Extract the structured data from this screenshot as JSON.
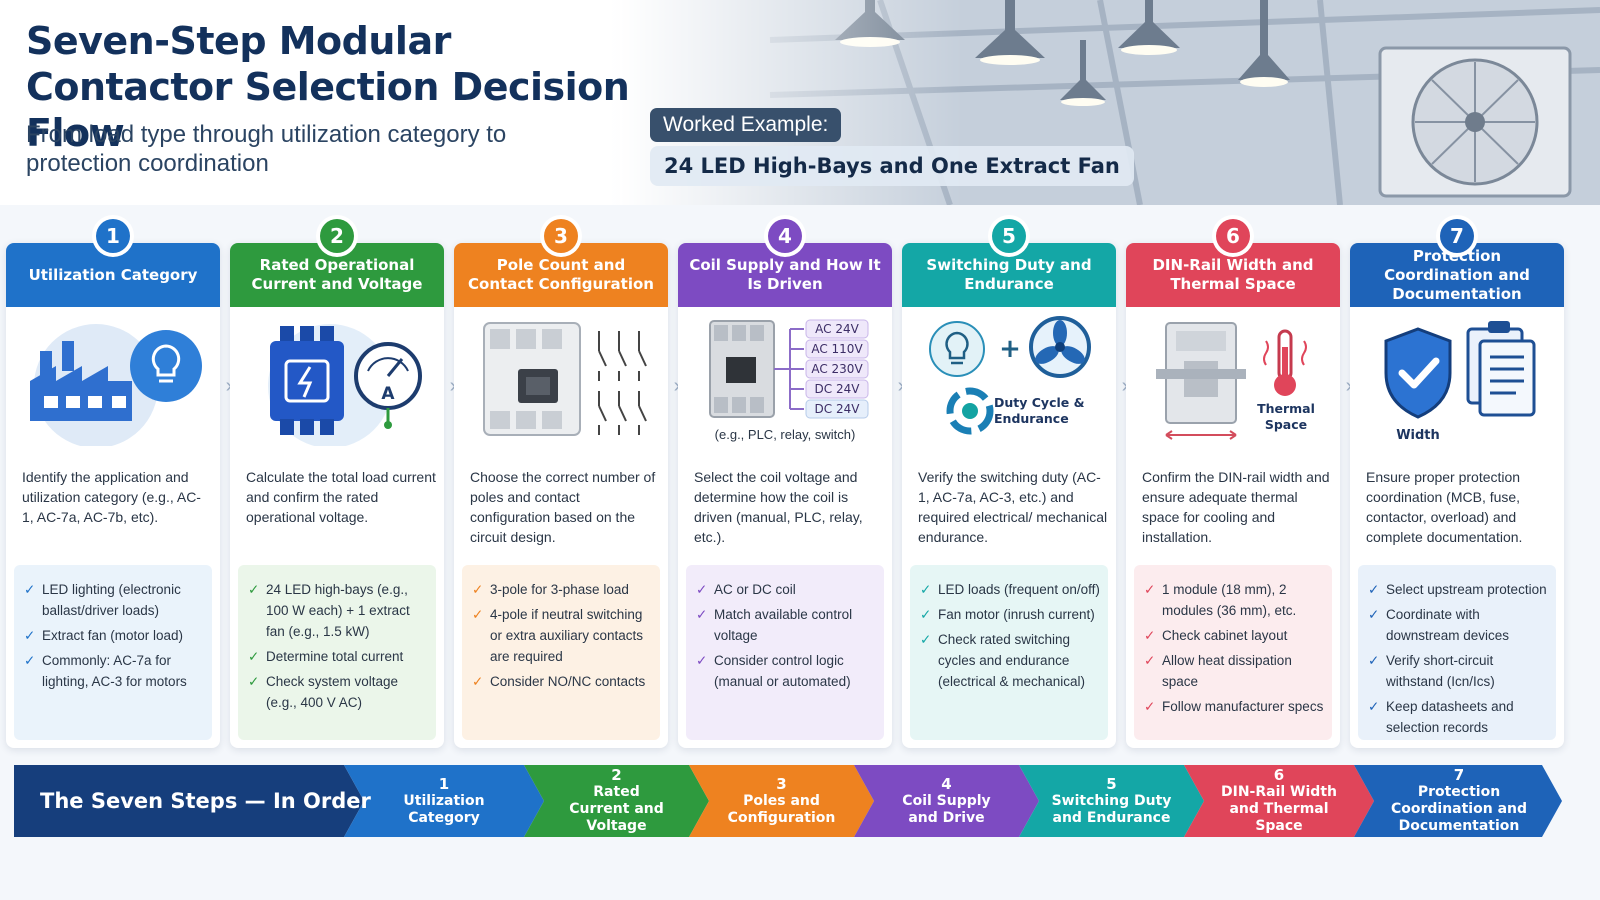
{
  "header": {
    "title": "Seven-Step Modular Contactor Selection Decision Flow",
    "subtitle": "From load type through utilization category to protection coordination",
    "example_tag": "Worked Example:",
    "example_text": "24 LED High-Bays and One Extract Fan"
  },
  "steps": [
    {
      "num": "1",
      "color": "#1f72c9",
      "tint": "#eaf3fb",
      "title": "Utilization Category",
      "desc": "Identify the application and utilization category (e.g., AC-1, AC-7a, AC-7b, etc).",
      "checks": [
        "LED lighting (electronic ballast/driver loads)",
        "Extract fan (motor load)",
        "Commonly: AC-7a for lighting, AC-3 for motors"
      ]
    },
    {
      "num": "2",
      "color": "#2e9a3e",
      "tint": "#ebf6ea",
      "title": "Rated Operational Current and Voltage",
      "desc": "Calculate the total load current and confirm the rated operational voltage.",
      "icon_label": "A",
      "checks": [
        "24 LED high-bays (e.g., 100 W each) + 1 extract fan (e.g., 1.5 kW)",
        "Determine total current",
        "Check system voltage (e.g., 400 V AC)"
      ]
    },
    {
      "num": "3",
      "color": "#ee8220",
      "tint": "#fdf1e4",
      "title": "Pole Count and Contact Configuration",
      "desc": "Choose the correct number of poles and contact configuration based on the circuit design.",
      "checks": [
        "3-pole for 3-phase load",
        "4-pole if neutral switching or extra auxiliary contacts are required",
        "Consider NO/NC contacts"
      ]
    },
    {
      "num": "4",
      "color": "#7d4bc2",
      "tint": "#f2ecfa",
      "title": "Coil Supply and How It Is Driven",
      "desc": "Select the coil voltage and determine how the coil is driven (manual, PLC, relay, etc.).",
      "coil_voltages": [
        "AC 24V",
        "AC 110V",
        "AC 230V",
        "DC 24V",
        "DC 24V"
      ],
      "coil_note": "(e.g., PLC, relay, switch)",
      "checks": [
        "AC or DC coil",
        "Match available control voltage",
        "Consider control logic (manual or automated)"
      ]
    },
    {
      "num": "5",
      "color": "#14a7a6",
      "tint": "#e6f6f5",
      "title": "Switching Duty and Endurance",
      "desc": "Verify the switching duty (AC-1, AC-7a, AC-3, etc.) and required electrical/ mechanical endurance.",
      "icon_label": "Duty Cycle & Endurance",
      "checks": [
        "LED loads (frequent on/off)",
        "Fan motor (inrush current)",
        "Check rated switching cycles and endurance (electrical & mechanical)"
      ]
    },
    {
      "num": "6",
      "color": "#e0455a",
      "tint": "#fcecee",
      "title": "DIN-Rail Width and Thermal Space",
      "desc": "Confirm the DIN-rail width and ensure adequate thermal space for cooling and installation.",
      "icon_label": "Thermal Space",
      "checks": [
        "1 module (18 mm), 2 modules (36 mm), etc.",
        "Check cabinet layout",
        "Allow heat dissipation space",
        "Follow manufacturer specs"
      ]
    },
    {
      "num": "7",
      "color": "#1e63b8",
      "tint": "#e9f1fa",
      "title": "Protection Coordination and Documentation",
      "desc": "Ensure proper protection coordination (MCB, fuse, contactor, overload) and complete documentation.",
      "icon_label": "Width",
      "checks": [
        "Select upstream protection",
        "Coordinate with downstream devices",
        "Verify short-circuit withstand (Icn/Ics)",
        "Keep datasheets and selection records"
      ]
    }
  ],
  "ribbon": {
    "label": "The Seven Steps — In Order",
    "label_color": "#163e7c",
    "segments": [
      {
        "num": "1",
        "text": "Utilization Category",
        "color": "#1f72c9"
      },
      {
        "num": "2",
        "text": "Rated Current and Voltage",
        "color": "#2e9a3e"
      },
      {
        "num": "3",
        "text": "Poles and Configuration",
        "color": "#ee8220"
      },
      {
        "num": "4",
        "text": "Coil Supply and Drive",
        "color": "#7d4bc2"
      },
      {
        "num": "5",
        "text": "Switching Duty and Endurance",
        "color": "#14a7a6"
      },
      {
        "num": "6",
        "text": "DIN-Rail Width and Thermal Space",
        "color": "#e0455a"
      },
      {
        "num": "7",
        "text": "Protection Coordination and Documentation",
        "color": "#1e63b8"
      }
    ]
  }
}
